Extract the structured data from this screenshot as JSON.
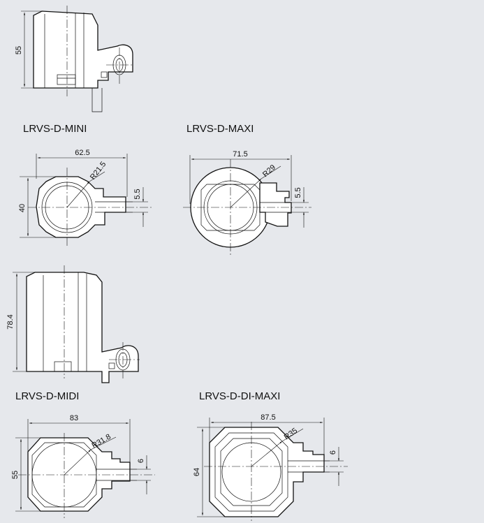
{
  "models": {
    "mini": "LRVS-D-MINI",
    "maxi": "LRVS-D-MAXI",
    "midi": "LRVS-D-MIDI",
    "dimaxi": "LRVS-D-DI-MAXI"
  },
  "dimensions": {
    "mini_side_height": "55",
    "mini_top_width": "62.5",
    "mini_top_radius": "R21.5",
    "mini_top_shaft": "5.5",
    "mini_top_height": "40",
    "maxi_top_width": "71.5",
    "maxi_top_radius": "R29",
    "maxi_top_shaft": "5.5",
    "midi_side_height": "78.4",
    "midi_top_width": "83",
    "midi_top_radius": "R31.8",
    "midi_top_shaft": "6",
    "midi_top_height": "55",
    "dimaxi_top_width": "87.5",
    "dimaxi_top_radius": "R35",
    "dimaxi_top_shaft": "6",
    "dimaxi_top_height": "64"
  }
}
